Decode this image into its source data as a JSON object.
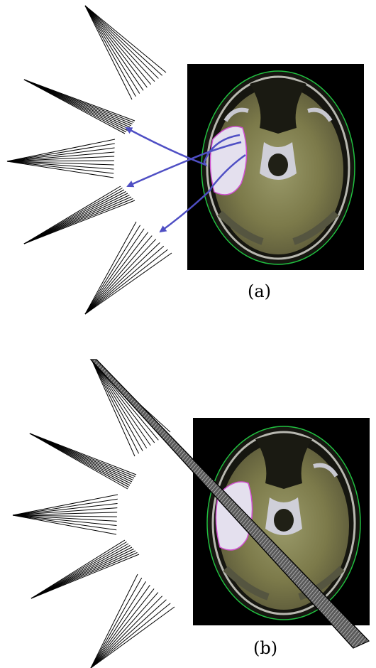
{
  "panels": [
    {
      "id": "a",
      "label": "(a)"
    },
    {
      "id": "b",
      "label": "(b)"
    }
  ],
  "colors": {
    "fan_lines": "#000000",
    "arrow": "#4f4fc4",
    "image_background": "#000000",
    "skull_outline": "#20c040",
    "tumor_outline": "#d04fd0",
    "tumor_fill": "#e4e0ee",
    "brain_tissue": "#7c7a4a",
    "beam_fill": "#3a3a3a"
  },
  "icons": {
    "source_fan": "fan-beam-icon",
    "brain_scan": "mri-slice-icon",
    "beam": "radiation-beam-icon"
  }
}
